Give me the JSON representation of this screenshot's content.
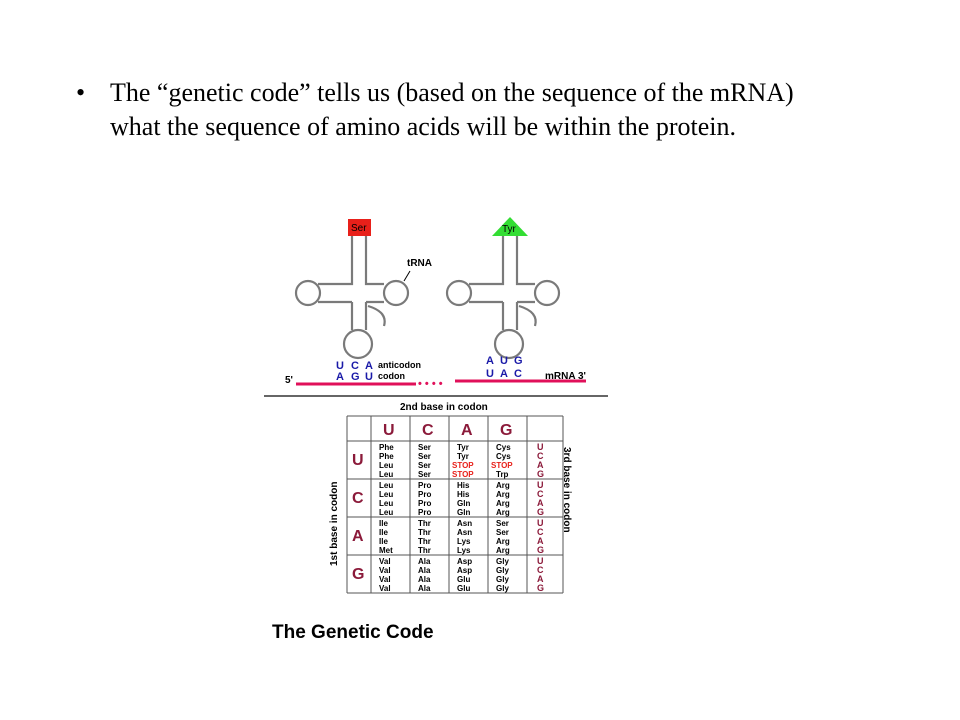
{
  "slide": {
    "bullet_symbol": "•",
    "bullet_text": "The “genetic code” tells us (based on the sequence of the mRNA) what the sequence of amino acids will be within the protein."
  },
  "figure": {
    "caption": "The Genetic Code",
    "trna_left_aa": "Ser",
    "trna_right_aa": "Tyr",
    "trna_label": "tRNA",
    "anticodon_label": "anticodon",
    "codon_label": "codon",
    "left_anticodon": [
      "U",
      "C",
      "A"
    ],
    "left_codon": [
      "A",
      "G",
      "U"
    ],
    "right_anticodon": [
      "A",
      "U",
      "G"
    ],
    "right_codon": [
      "U",
      "A",
      "C"
    ],
    "mrna_5": "5'",
    "mrna_label": "mRNA  3'",
    "mrna_dots": "• • • •",
    "colors": {
      "ser": "#e8201a",
      "tyr": "#33dd33",
      "mrna": "#e0105a",
      "base": "#1a1aa8",
      "letter": "#8b1a3a",
      "stop": "#e8201a"
    }
  },
  "table": {
    "title_2nd": "2nd base in codon",
    "title_1st": "1st base in codon",
    "title_3rd": "3rd base in codon",
    "second_bases": [
      "U",
      "C",
      "A",
      "G"
    ],
    "first_bases": [
      "U",
      "C",
      "A",
      "G"
    ],
    "third_bases": [
      "U",
      "C",
      "A",
      "G"
    ],
    "rows": [
      [
        [
          "Phe",
          "Phe",
          "Leu",
          "Leu"
        ],
        [
          "Ser",
          "Ser",
          "Ser",
          "Ser"
        ],
        [
          "Tyr",
          "Tyr",
          "STOP",
          "STOP"
        ],
        [
          "Cys",
          "Cys",
          "STOP",
          "Trp"
        ]
      ],
      [
        [
          "Leu",
          "Leu",
          "Leu",
          "Leu"
        ],
        [
          "Pro",
          "Pro",
          "Pro",
          "Pro"
        ],
        [
          "His",
          "His",
          "Gln",
          "Gln"
        ],
        [
          "Arg",
          "Arg",
          "Arg",
          "Arg"
        ]
      ],
      [
        [
          "Ile",
          "Ile",
          "Ile",
          "Met"
        ],
        [
          "Thr",
          "Thr",
          "Thr",
          "Thr"
        ],
        [
          "Asn",
          "Asn",
          "Lys",
          "Lys"
        ],
        [
          "Ser",
          "Ser",
          "Arg",
          "Arg"
        ]
      ],
      [
        [
          "Val",
          "Val",
          "Val",
          "Val"
        ],
        [
          "Ala",
          "Ala",
          "Ala",
          "Ala"
        ],
        [
          "Asp",
          "Asp",
          "Glu",
          "Glu"
        ],
        [
          "Gly",
          "Gly",
          "Gly",
          "Gly"
        ]
      ]
    ]
  }
}
